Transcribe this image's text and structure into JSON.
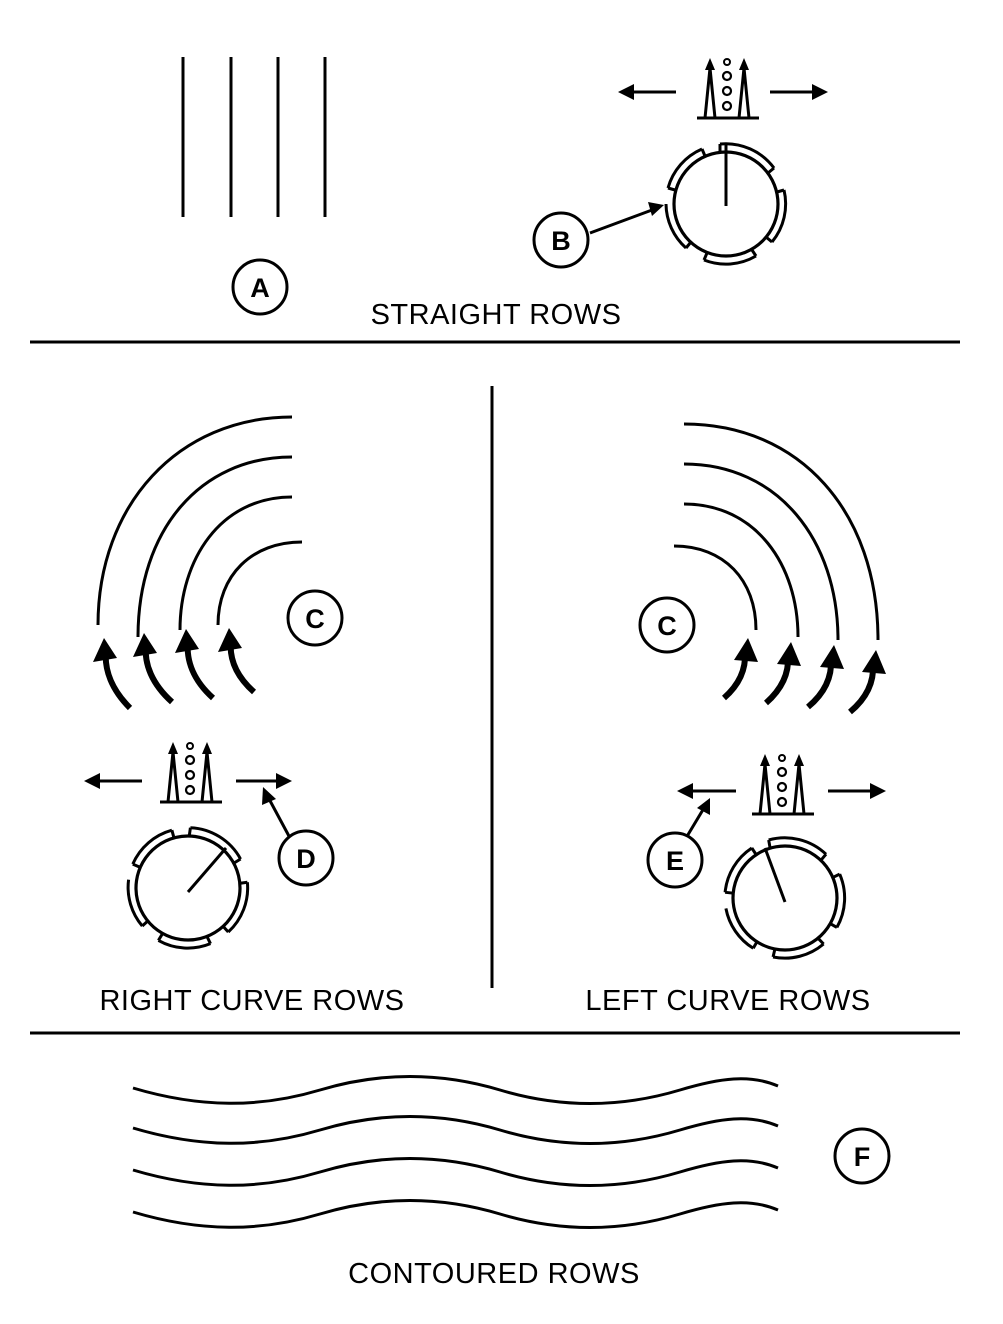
{
  "sections": {
    "straight": {
      "title": "STRAIGHT ROWS"
    },
    "right_curve": {
      "title": "RIGHT CURVE  ROWS"
    },
    "left_curve": {
      "title": "LEFT CURVE  ROWS"
    },
    "contoured": {
      "title": "CONTOURED  ROWS"
    }
  },
  "callouts": {
    "a": "A",
    "b": "B",
    "c_right": "C",
    "c_left": "C",
    "d": "D",
    "e": "E",
    "f": "F"
  },
  "colors": {
    "ink": "#000000",
    "background": "#ffffff"
  },
  "icons": {
    "sprayer": "sprayer-icon",
    "dial": "dial-icon",
    "arrow": "arrow-icon"
  }
}
